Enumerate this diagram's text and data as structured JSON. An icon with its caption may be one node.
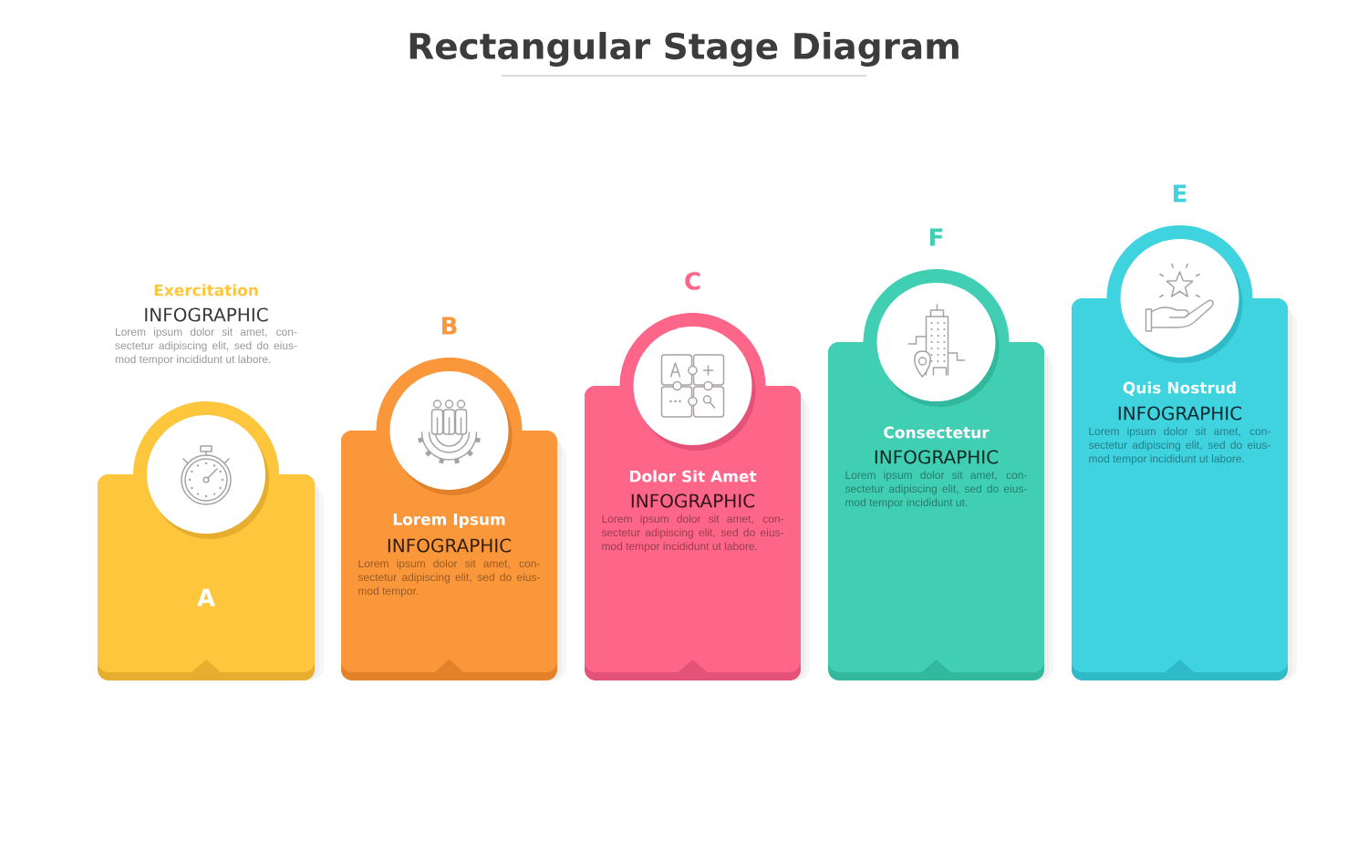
{
  "diagram": {
    "title": "Rectangular Stage Diagram",
    "nodes": [
      {
        "text": [
          "A"
        ],
        "beside": [
          "Exercitation",
          "INFOGRAPHIC",
          "Lorem ipsum dolor sit amet, con- sectetur adipiscing elit, sed do eius- mod tempor incididunt ut labore."
        ]
      },
      {
        "text": [
          "B",
          "Lorem Ipsum",
          "INFOGRAPHIC",
          "Lorem ipsum dolor sit amet, con- sectetur adipiscing elit, sed do eius- mod tempor."
        ]
      },
      {
        "text": [
          "C",
          "Dolor Sit Amet",
          "INFOGRAPHIC",
          "Lorem ipsum dolor sit amet, con- sectetur adipiscing elit, sed do eius- mod tempor incididunt ut labore."
        ]
      },
      {
        "text": [
          "F",
          "Consectetur",
          "INFOGRAPHIC",
          "Lorem ipsum dolor sit amet, con- sectetur adipiscing elit, sed do eius- mod tempor incididunt ut."
        ]
      },
      {
        "text": [
          "E",
          "Quis Nostrud",
          "INFOGRAPHIC",
          "Lorem ipsum dolor sit amet, con- sectetur adipiscing elit, sed do eius- mod tempor incididunt ut labore."
        ]
      }
    ]
  }
}
